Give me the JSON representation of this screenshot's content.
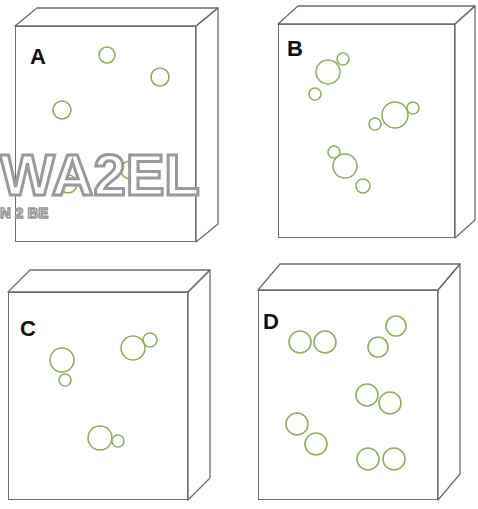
{
  "diagram": {
    "nodes": [
      {
        "text": [
          "A"
        ]
      },
      {
        "text": [
          "B"
        ]
      },
      {
        "text": [
          "C"
        ]
      },
      {
        "text": [
          "D"
        ]
      }
    ],
    "labels": [
      "WA2EL",
      "N 2 BE"
    ]
  }
}
